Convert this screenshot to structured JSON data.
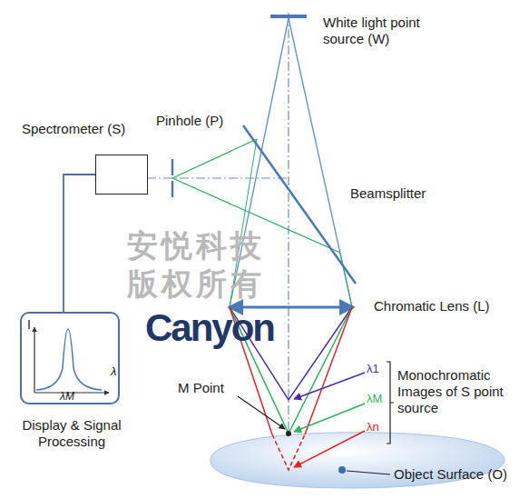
{
  "diagram": {
    "nodes": [
      {
        "text": [
          "Spectrometer (S)"
        ]
      },
      {
        "text": [
          "I",
          "λ",
          "λM",
          "Display & Signal Processing"
        ]
      }
    ],
    "edges": [
      {
        "from": 0,
        "to": 1,
        "arrow": "none"
      }
    ],
    "labels": [
      "White light point source (W)",
      "Pinhole (P)",
      "Beamsplitter",
      "Chromatic Lens (L)",
      "M Point",
      "λ1",
      "λM",
      "λn",
      "Monochromatic Images of S point source",
      "Object Surface (O)",
      "安悦科技",
      "版权所有",
      "Canyon"
    ]
  }
}
